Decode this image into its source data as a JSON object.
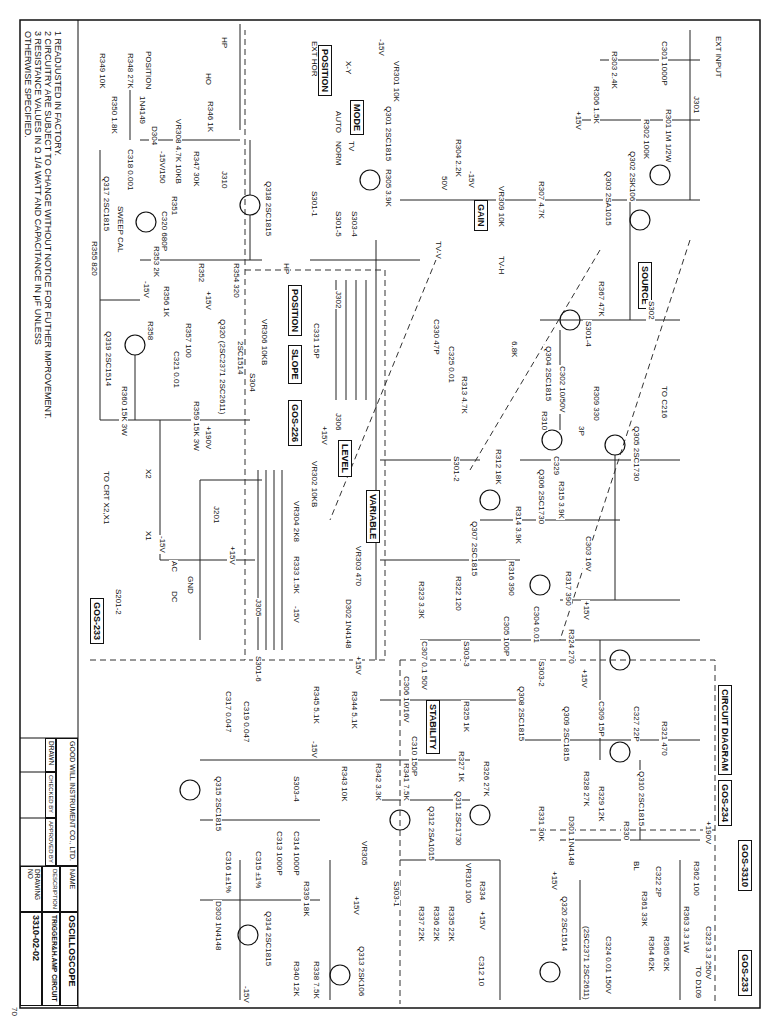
{
  "diagram": {
    "nodes": [
      {
        "text": [
          "GOOD WILL INSTRUMENT CO., LTD."
        ]
      },
      {
        "text": [
          "DRAWN"
        ]
      },
      {
        "text": [
          "CHECKED BY"
        ]
      },
      {
        "text": [
          "APPROVED BY"
        ]
      },
      {
        "text": [
          "NAME"
        ]
      },
      {
        "text": [
          "OSCILLOSCOPE"
        ]
      },
      {
        "text": [
          "DESCRIPTION"
        ]
      },
      {
        "text": [
          "TRIGGER&H.AMP CIRCUIT"
        ]
      },
      {
        "text": [
          "DRAWING NO"
        ]
      },
      {
        "text": [
          "3310-02-02"
        ]
      },
      {
        "text": [
          "GOS-233"
        ]
      },
      {
        "text": [
          "POSITION"
        ]
      },
      {
        "text": [
          "SLOPE"
        ]
      },
      {
        "text": [
          "GOS-226"
        ]
      },
      {
        "text": [
          "LEVEL"
        ]
      },
      {
        "text": [
          "VARIABLE"
        ]
      },
      {
        "text": [
          "STABILITY"
        ]
      },
      {
        "text": [
          "MODE"
        ]
      },
      {
        "text": [
          "POSITION"
        ]
      },
      {
        "text": [
          "GAIN"
        ]
      },
      {
        "text": [
          "SOURCE"
        ]
      },
      {
        "text": [
          "CIRCUIT DIAGRAM"
        ]
      },
      {
        "text": [
          "GOS-234"
        ]
      },
      {
        "text": [
          "GOS-3310"
        ]
      },
      {
        "text": [
          "GOS-233"
        ]
      }
    ],
    "labels": [
      "1 READJUSTED IN FACTORY.",
      "2 CIRCUITRY ARE SUBJECT TO CHANGE WITHOUT NOTICE FOR FUTHER IMPROVEMENT.",
      "3 RESISTANCE VALUES IN Ω 1/4 WATT AND CAPACITANCE IN μF UNLESS",
      "OTHERWISE SPECIFIED.",
      "70",
      "R349 10K",
      "R350 1.8K",
      "R348 27K",
      "1N4149",
      "D304",
      "POSITION",
      "VR308 4.7K 10KB",
      "-15V/150",
      "R351",
      "R347 30K",
      "R346 1K",
      "HO",
      "HP",
      "J310",
      "Q318 2SC1815",
      "Q317 2SC1815",
      "C318 0.001",
      "SWEEP CAL",
      "R355 820",
      "C320 680P",
      "R353 2K",
      "R352",
      "R354 320",
      "-15V",
      "R356 1K",
      "+15V",
      "R358",
      "R357 100",
      "C321 0.01",
      "Q319 2SC1514",
      "Q320 (2SC2371 2SC2611)",
      "2SC1514",
      "R360 15K 3W",
      "R359 15K 3W",
      "+190V",
      "TO CRT X2,X1",
      "X2",
      "X1",
      "S201-2",
      "AC",
      "DC",
      "GND",
      "J201",
      "-15V",
      "+15V",
      "J305",
      "HP",
      "VR306 10KB",
      "S304",
      "C331 15P",
      "J302",
      "+15V",
      "VR302 10KB",
      "J306",
      "VR304 2K8",
      "R333 1.5K",
      "-15V",
      "VR303 470",
      "D302 1N4148",
      "+15V",
      "S301-6",
      "C317 0.047",
      "C319 0.047",
      "R345 5.1K",
      "R344 5.1K",
      "-15V",
      "R343 10K",
      "R342 3.3K",
      "R341 7.5K",
      "VR305",
      "Q312 2SA1015",
      "Q311 2SC1730",
      "Q315 2SC1815",
      "S303-4",
      "C316 1±1%",
      "C315 ±1%",
      "C313 1000P",
      "C314 1000P",
      "D303 1N4148",
      "Q314 2SC1815",
      "R339 18K",
      "R340 12K",
      "R338 7.5K",
      "-15V",
      "Q313 2SK106",
      "+15V",
      "S303-1",
      "R337 22K",
      "R336 22K",
      "R335 22K",
      "VR310 100",
      "R334",
      "+15V",
      "C312 10",
      "EXT INPUT",
      "J301",
      "R301 1M 1/2W",
      "C301 1000P",
      "R302 100K",
      "Q302 2SK106",
      "R303 2.4K",
      "R306 1.5K",
      "+15V",
      "Q303 2SA1015",
      "Q301 2SC1815",
      "R305 3.9K",
      "VR301 10K",
      "-15V",
      "EXT HOR",
      "X-Y",
      "AUTO",
      "NORM",
      "TV",
      "R304 2.2K",
      "50V",
      "-15V",
      "R307 4.7K",
      "VR309 10K",
      "S301-1",
      "S301-5",
      "S303-4",
      "TV-V",
      "TV-H",
      "S302",
      "R367 47K",
      "S301-4",
      "Q304 2SC1815",
      "C302 10/50V",
      "6.8K",
      "R309 330",
      "TO C216",
      "C330 47P",
      "C325 0.01",
      "R313 4.7K",
      "R310",
      "3P",
      "C329",
      "Q305 2SC1730",
      "Q306 2SC1730",
      "R315 3.9K",
      "R314 3.9K",
      "R312 18K",
      "S301-2",
      "Q307 2SC1815",
      "R316 390",
      "C303 16V",
      "R317 390",
      "+15V",
      "R322 120",
      "R323 3.3K",
      "C304 0.01",
      "C305 100P",
      "S303-3",
      "C307 0.1 50V",
      "C306 10/16V",
      "R324 270",
      "+15V",
      "Q308 2SC1815",
      "Q309 2SC1815",
      "C309 15P",
      "C327 22P",
      "R321 470",
      "R325 1K",
      "S303-2",
      "C310 150P",
      "R326 27K",
      "R327 1K",
      "R328 27K",
      "R329 12K",
      "Q310 2SC1815",
      "R331 30K",
      "R330",
      "D301 1N4148",
      "+15V",
      "BL",
      "C322 2P",
      "R361 33K",
      "Q320 2SC1514",
      "(2SC2371 2SC2611)",
      "R362 100",
      "R363 3.3 1W",
      "C323 3.3 250V",
      "R364 62K",
      "R365 62K",
      "C324 0.01 150V",
      "TO D109",
      "+190V"
    ]
  }
}
